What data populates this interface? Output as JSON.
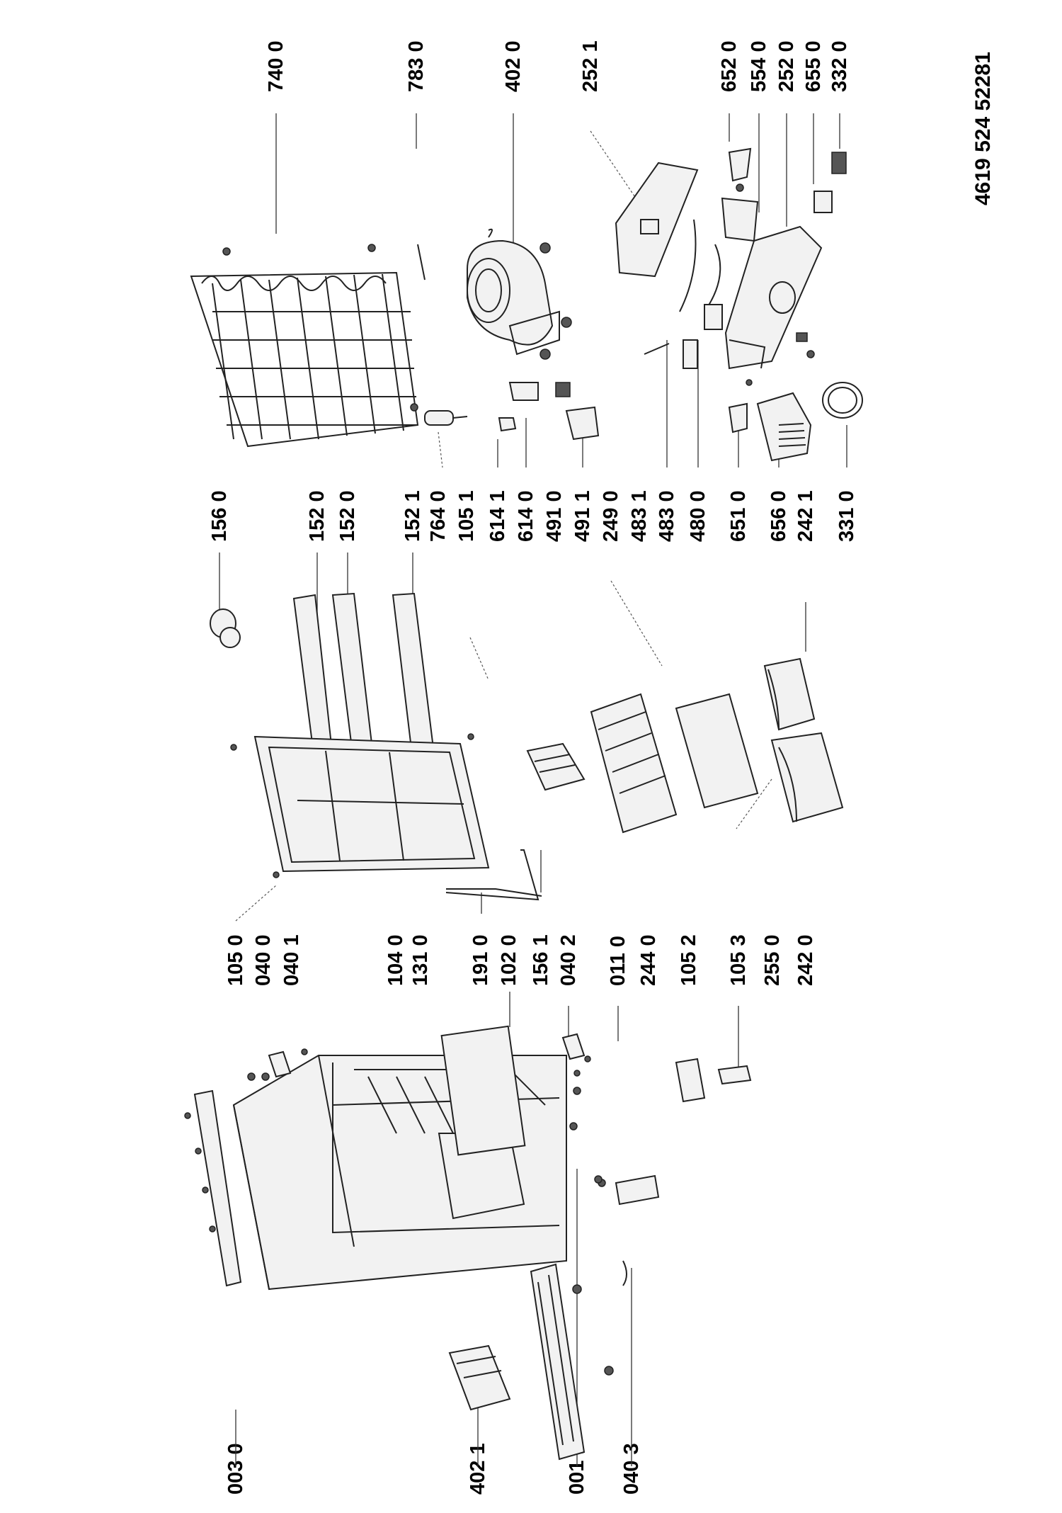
{
  "document_number": "4619 524 52281",
  "labels": {
    "p740_0": "740 0",
    "p783_0": "783 0",
    "p402_0": "402 0",
    "p252_1": "252 1",
    "p652_0": "652 0",
    "p554_0": "554 0",
    "p252_0": "252 0",
    "p655_0": "655 0",
    "p332_0": "332 0",
    "p156_0": "156 0",
    "p152_0a": "152 0",
    "p152_0b": "152 0",
    "p152_1": "152 1",
    "p764_0": "764 0",
    "p105_1": "105 1",
    "p614_1": "614 1",
    "p614_0": "614 0",
    "p491_0": "491 0",
    "p491_1": "491 1",
    "p249_0": "249 0",
    "p483_1": "483 1",
    "p483_0": "483 0",
    "p480_0": "480 0",
    "p651_0": "651 0",
    "p656_0": "656 0",
    "p242_1": "242 1",
    "p331_0": "331 0",
    "p105_0": "105 0",
    "p040_0": "040 0",
    "p040_1": "040 1",
    "p104_0": "104 0",
    "p131_0": "131 0",
    "p191_0": "191 0",
    "p102_0": "102 0",
    "p156_1": "156 1",
    "p040_2": "040 2",
    "p011_0": "011 0",
    "p244_0": "244 0",
    "p105_2": "105 2",
    "p105_3": "105 3",
    "p255_0": "255 0",
    "p242_0": "242 0",
    "p003_0": "003 0",
    "p402_1": "402 1",
    "p001_1": "001 1",
    "p040_3": "040 3"
  }
}
